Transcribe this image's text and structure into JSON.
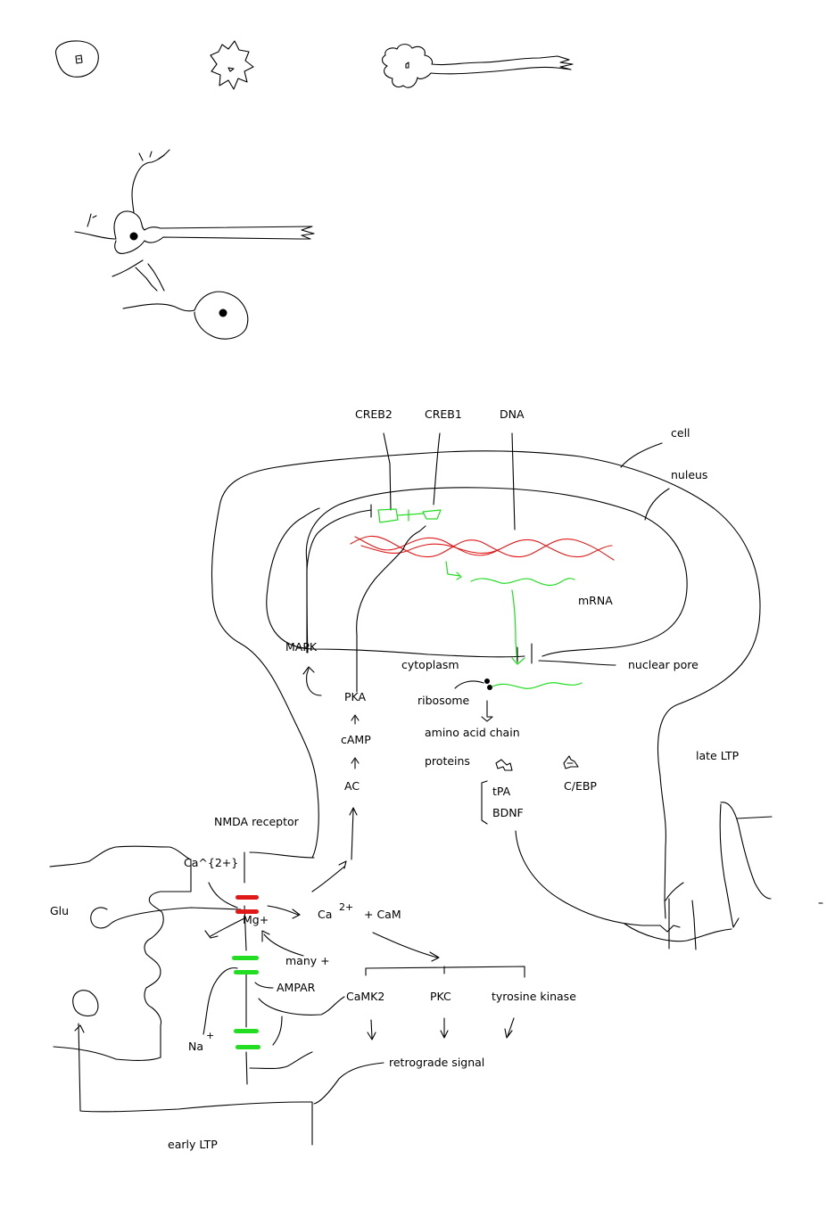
{
  "colors": {
    "outline": "#000000",
    "dna": "#e01818",
    "mrna": "#22dd22",
    "nmda_blocker": "#e01818",
    "ampar_channel": "#22dd22"
  },
  "labels": {
    "creb2": "CREB2",
    "creb1": "CREB1",
    "dna": "DNA",
    "cell": "cell",
    "nucleus": "nuleus",
    "mrna": "mRNA",
    "mapk": "MAPK",
    "cytoplasm": "cytoplasm",
    "nuclear_pore": "nuclear pore",
    "ribosome": "ribosome",
    "pka": "PKA",
    "amino_acid_chain": "amino acid chain",
    "camp": "cAMP",
    "proteins": "proteins",
    "late_ltp": "late LTP",
    "ac": "AC",
    "tpa": "tPA",
    "cebp": "C/EBP",
    "bdnf": "BDNF",
    "nmda_receptor": "NMDA receptor",
    "ca_formula": "Ca^{2+}",
    "glu": "Glu",
    "mg": "Mg+",
    "ca_ion": "Ca",
    "ca_charge": "2+",
    "cam": "+ CaM",
    "many_plus": "many +",
    "ampar": "AMPAR",
    "camk2": "CaMK2",
    "pkc": "PKC",
    "tyrosine_kinase": "tyrosine kinase",
    "na_ion": "Na",
    "na_charge": "+",
    "retrograde_signal": "retrograde signal",
    "early_ltp": "early LTP"
  }
}
